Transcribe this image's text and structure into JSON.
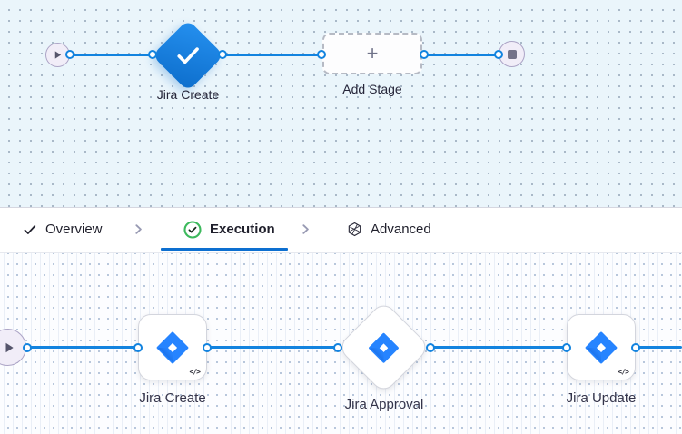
{
  "colors": {
    "connector_blue": "#1283df",
    "stage_diamond_gradient": [
      "#2590ef",
      "#0d6ecc"
    ],
    "tab_underline_blue": "#0d6fd0",
    "execution_check_green": "#3cb95c",
    "jira_blue": "#2684FF",
    "jira_blue_dark": "#0e5dd1",
    "canvas_top_bg": "#eaf5fb",
    "canvas_bottom_bg": "#fcfdff"
  },
  "top_canvas": {
    "start_node_icon": "play-icon",
    "end_node_icon": "stop-icon",
    "stage": {
      "label": "Jira Create",
      "icon": "check-icon"
    },
    "add_stage": {
      "label": "Add Stage",
      "plus": "+"
    }
  },
  "tabs": {
    "items": [
      {
        "label": "Overview",
        "icon": "check-icon",
        "active": false
      },
      {
        "label": "Execution",
        "icon": "check-circle-icon",
        "active": true
      },
      {
        "label": "Advanced",
        "icon": "cube-icon",
        "active": false
      }
    ]
  },
  "bottom_canvas": {
    "start_node_icon": "play-icon",
    "steps": [
      {
        "label": "Jira Create",
        "shape": "rounded-square",
        "icon": "jira-icon",
        "code_badge": "</>"
      },
      {
        "label": "Jira Approval",
        "shape": "diamond",
        "icon": "jira-icon",
        "code_badge": ""
      },
      {
        "label": "Jira Update",
        "shape": "rounded-square",
        "icon": "jira-icon",
        "code_badge": "</>"
      }
    ]
  }
}
